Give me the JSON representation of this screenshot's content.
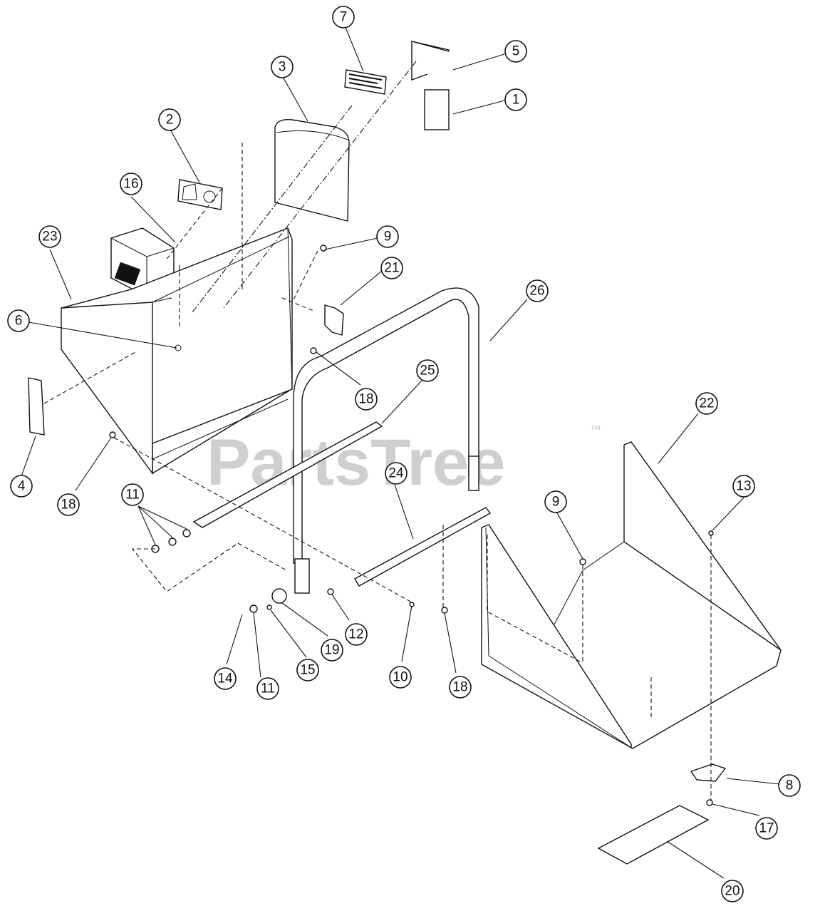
{
  "diagram": {
    "watermark": "PartsTree",
    "trademark": "™",
    "callouts": [
      {
        "id": "c1",
        "label": "1"
      },
      {
        "id": "c2",
        "label": "2"
      },
      {
        "id": "c3",
        "label": "3"
      },
      {
        "id": "c4",
        "label": "4"
      },
      {
        "id": "c5",
        "label": "5"
      },
      {
        "id": "c6",
        "label": "6"
      },
      {
        "id": "c7",
        "label": "7"
      },
      {
        "id": "c8",
        "label": "8"
      },
      {
        "id": "c9a",
        "label": "9"
      },
      {
        "id": "c9b",
        "label": "9"
      },
      {
        "id": "c10",
        "label": "10"
      },
      {
        "id": "c11a",
        "label": "11"
      },
      {
        "id": "c11b",
        "label": "11"
      },
      {
        "id": "c12",
        "label": "12"
      },
      {
        "id": "c13",
        "label": "13"
      },
      {
        "id": "c14",
        "label": "14"
      },
      {
        "id": "c15",
        "label": "15"
      },
      {
        "id": "c16",
        "label": "16"
      },
      {
        "id": "c17",
        "label": "17"
      },
      {
        "id": "c18a",
        "label": "18"
      },
      {
        "id": "c18b",
        "label": "18"
      },
      {
        "id": "c18c",
        "label": "18"
      },
      {
        "id": "c19",
        "label": "19"
      },
      {
        "id": "c20",
        "label": "20"
      },
      {
        "id": "c21",
        "label": "21"
      },
      {
        "id": "c22",
        "label": "22"
      },
      {
        "id": "c23",
        "label": "23"
      },
      {
        "id": "c24",
        "label": "24"
      },
      {
        "id": "c25",
        "label": "25"
      },
      {
        "id": "c26",
        "label": "26"
      }
    ]
  }
}
